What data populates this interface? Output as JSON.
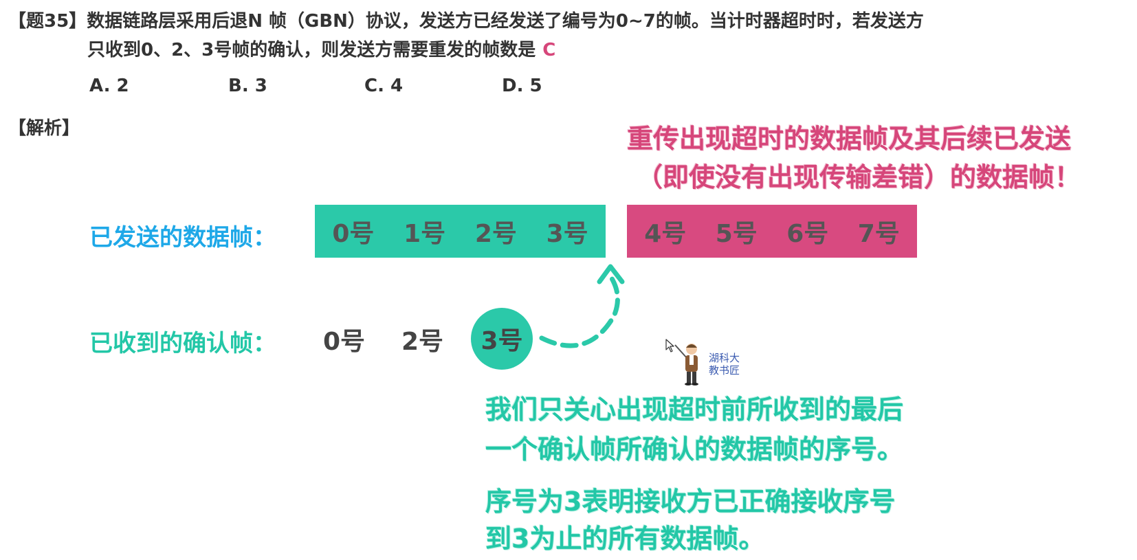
{
  "question": {
    "tag": "【题35】",
    "line1": "数据链路层采用后退N 帧（GBN）协议，发送方已经发送了编号为0~7的帧。当计时器超时时，若发送方",
    "line2": "只收到0、2、3号帧的确认，则发送方需要重发的帧数是",
    "answer_mark": "C",
    "options": [
      "A. 2",
      "B. 3",
      "C. 4",
      "D. 5"
    ]
  },
  "analysis": {
    "tag": "【解析】",
    "red_note": {
      "line1": "重传出现超时的数据帧及其后续已发送",
      "line2": "（即使没有出现传输差错）的数据帧！"
    },
    "sent_label": "已发送的数据帧：",
    "sent_frames_ok": [
      "0号",
      "1号",
      "2号",
      "3号"
    ],
    "sent_frames_resend": [
      "4号",
      "5号",
      "6号",
      "7号"
    ],
    "ack_label": "已收到的确认帧：",
    "ack_frames": [
      "0号",
      "2号",
      "3号"
    ],
    "green_note": {
      "line1": "我们只关心出现超时前所收到的最后",
      "line2": "一个确认帧所确认的数据帧的序号。",
      "line3": "序号为3表明接收方已正确接收序号",
      "line4": "到3为止的所有数据帧。"
    }
  },
  "logo": {
    "line1": "湖科大",
    "line2": "教书匠"
  },
  "colors": {
    "teal": "#2bc9a9",
    "pink": "#d84a80",
    "blue_label": "#1ea8e8",
    "green_label": "#23c7a7"
  },
  "icons": [
    "cursor-icon",
    "teacher-mascot-icon",
    "dashed-curved-arrow-icon"
  ]
}
